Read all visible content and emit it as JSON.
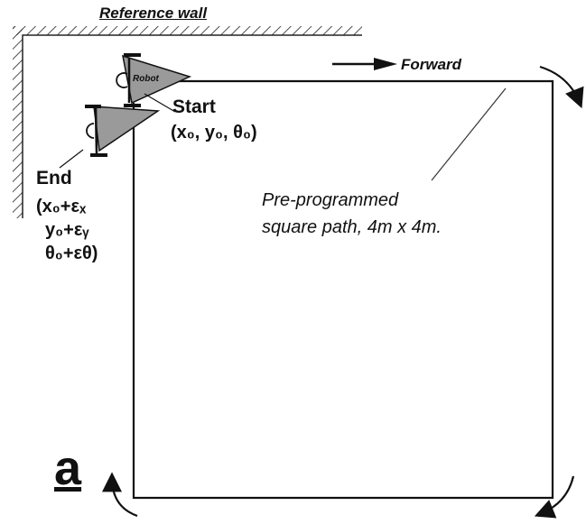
{
  "diagram": {
    "reference_wall_label": "Reference wall",
    "forward_label": "Forward",
    "path_label_line1": "Pre-programmed",
    "path_label_line2": "square path, 4m x 4m.",
    "start": {
      "heading": "Start",
      "coords": "(x₀, y₀, θ₀)"
    },
    "end": {
      "heading": "End",
      "line1": "(x₀+εₓ",
      "line2": "y₀+εᵧ",
      "line3": "θ₀+εθ)"
    },
    "robot_label": "Robot",
    "panel_letter": "a"
  }
}
